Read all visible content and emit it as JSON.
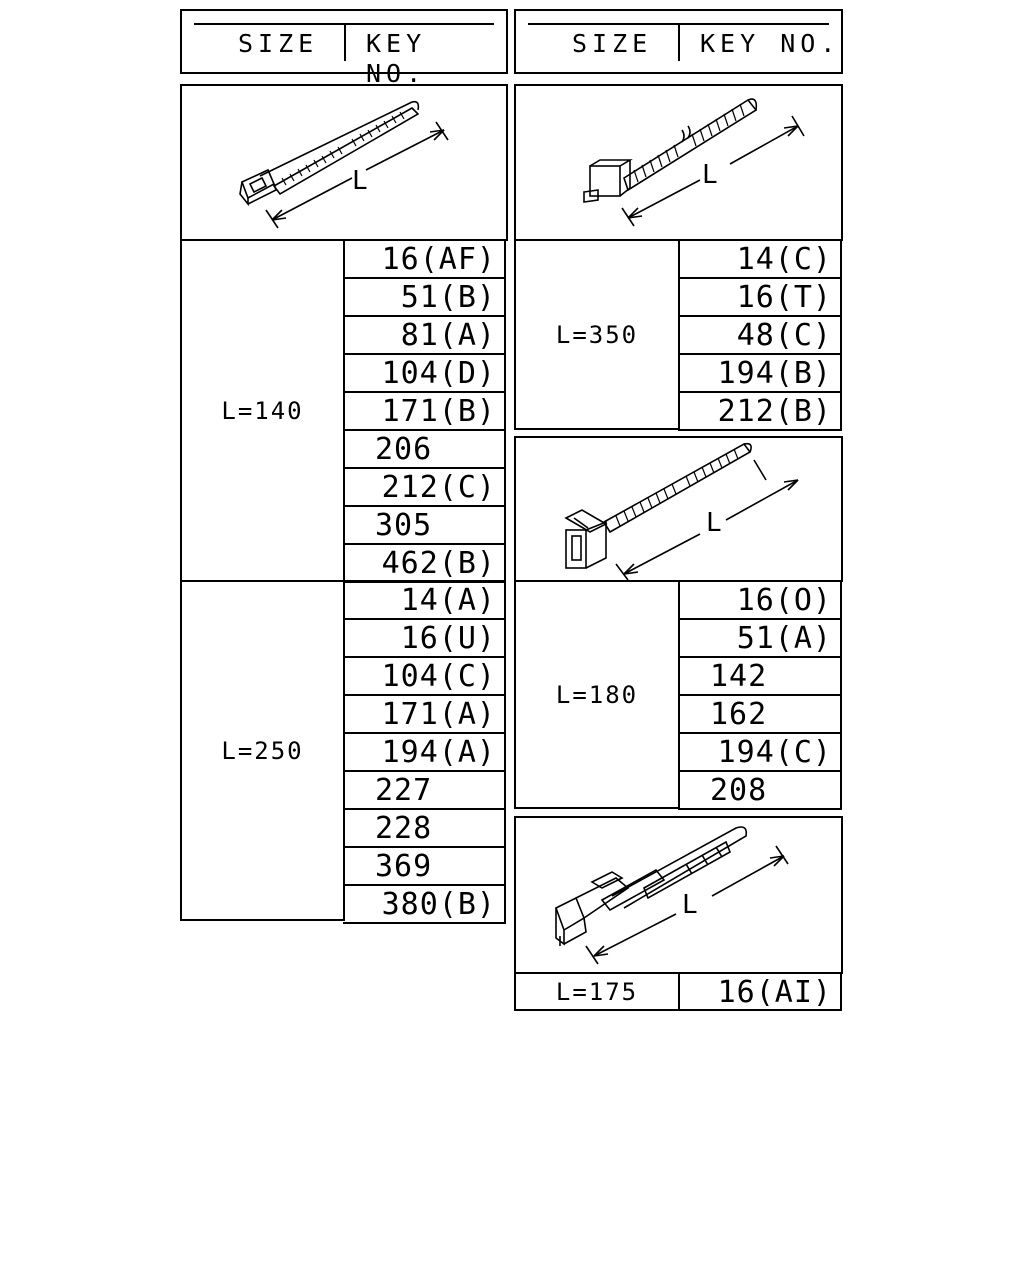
{
  "header_left": {
    "size_label": "SIZE",
    "key_label": "KEY NO."
  },
  "header_right": {
    "size_label": "SIZE",
    "key_label": "KEY NO."
  },
  "drawing_label": "L",
  "left_groups": [
    {
      "size": "L=140",
      "keys": [
        "16(AF)",
        "51(B)",
        "81(A)",
        "104(D)",
        "171(B)",
        "206",
        "212(C)",
        "305",
        "462(B)"
      ]
    },
    {
      "size": "L=250",
      "keys": [
        "14(A)",
        "16(U)",
        "104(C)",
        "171(A)",
        "194(A)",
        "227",
        "228",
        "369",
        "380(B)"
      ]
    }
  ],
  "right_groups": [
    {
      "size": "L=350",
      "keys": [
        "14(C)",
        "16(T)",
        "48(C)",
        "194(B)",
        "212(B)"
      ]
    },
    {
      "size": "L=180",
      "keys": [
        "16(O)",
        "51(A)",
        "142",
        "162",
        "194(C)",
        "208"
      ]
    },
    {
      "size": "L=175",
      "keys": [
        "16(AI)"
      ]
    }
  ]
}
